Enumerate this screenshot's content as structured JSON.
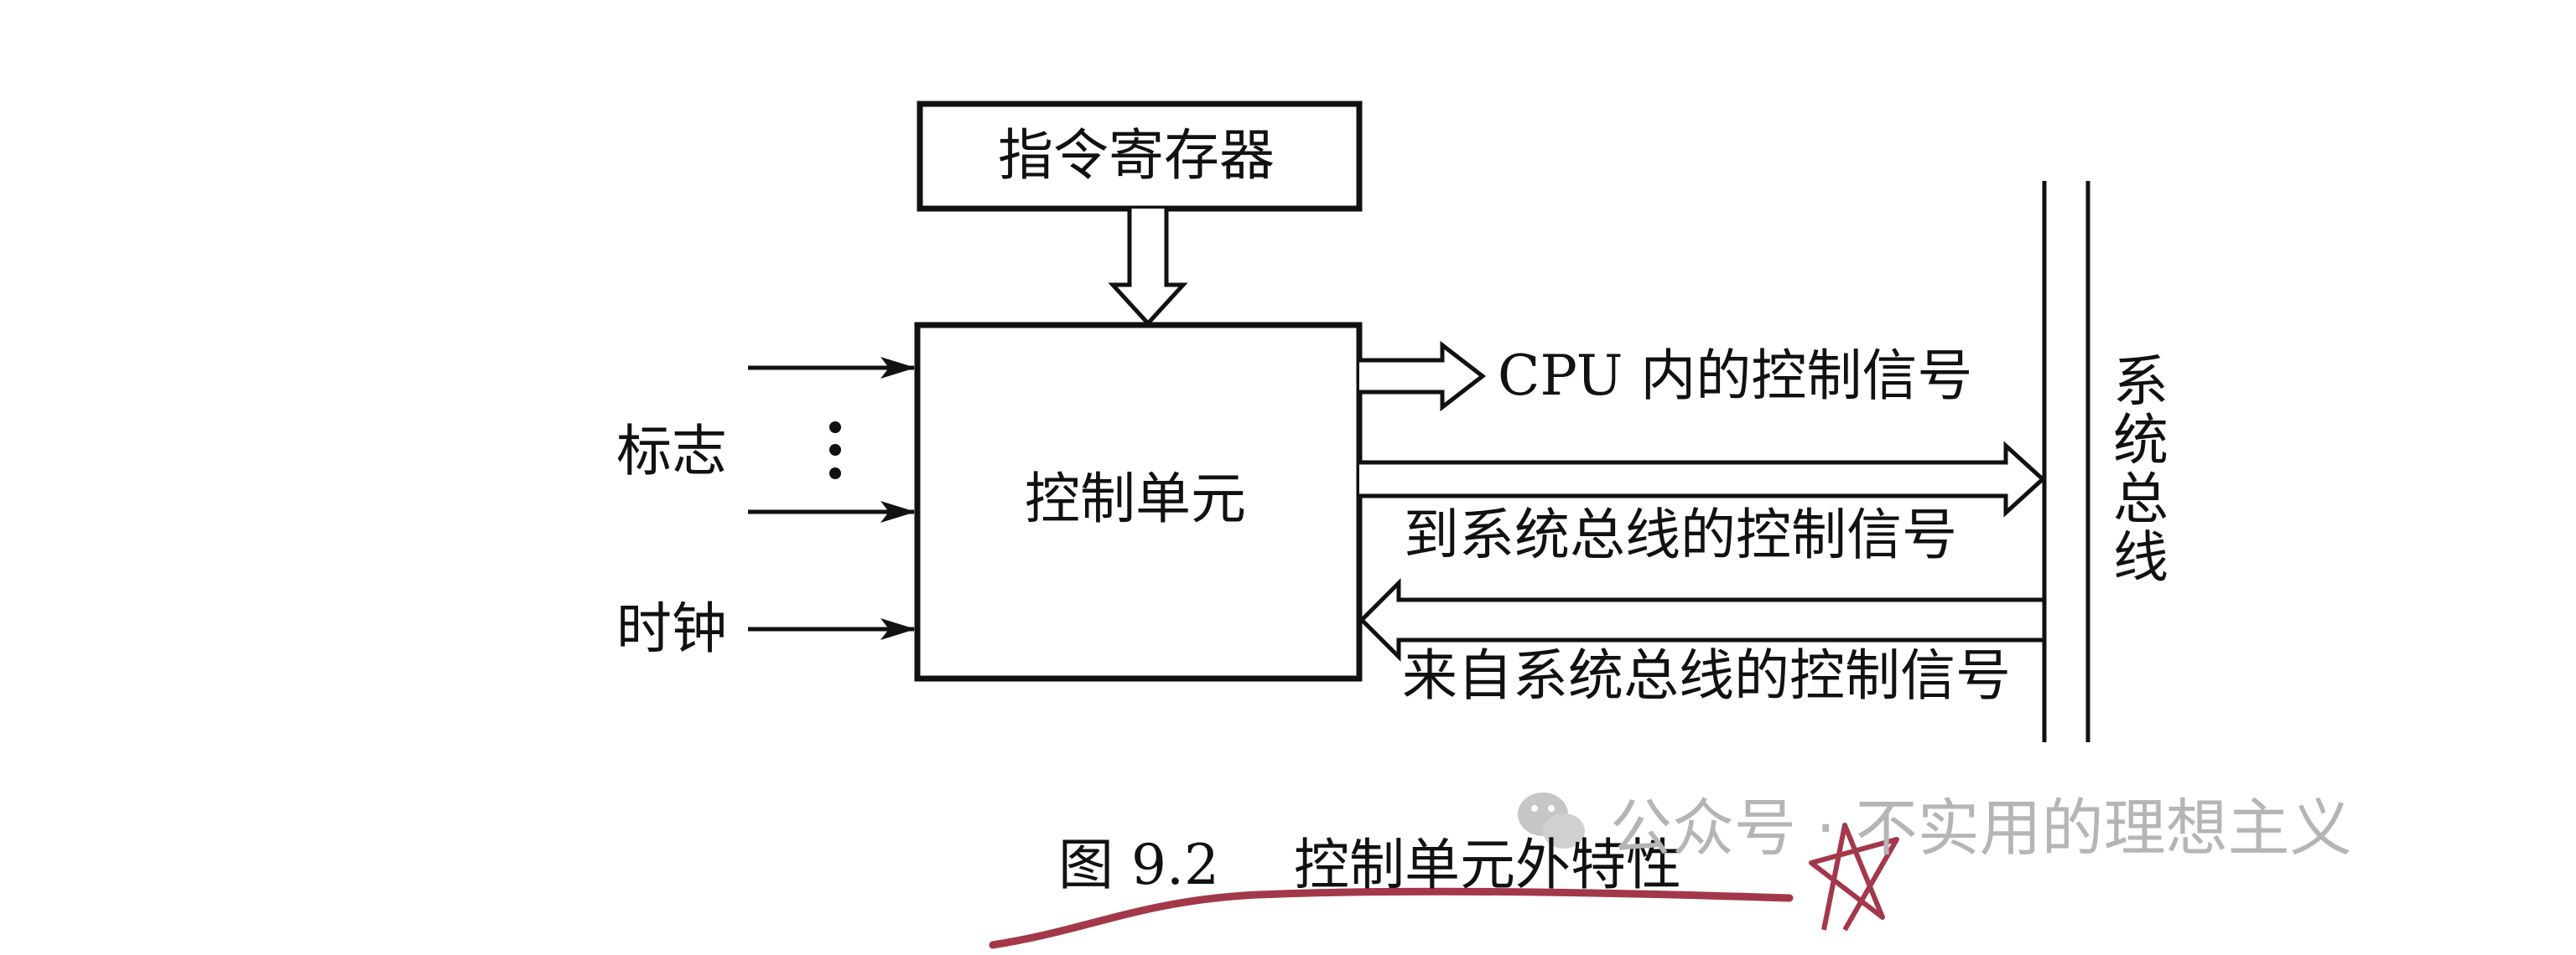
{
  "diagram": {
    "instruction_register": "指令寄存器",
    "control_unit": "控制单元",
    "flags_label": "标志",
    "clock_label": "时钟",
    "cpu_internal_signals": "CPU 内的控制信号",
    "to_bus_signals": "到系统总线的控制信号",
    "from_bus_signals": "来自系统总线的控制信号",
    "system_bus": "系统总线"
  },
  "caption": {
    "number": "图 9.2",
    "title": "控制单元外特性"
  },
  "watermark": {
    "text": "公众号 · 不实用的理想主义",
    "icon": "wechat-icon"
  },
  "colors": {
    "ink": "#111111",
    "annotation_red": "#a3384a",
    "watermark_gray": "#b5b5b5"
  }
}
